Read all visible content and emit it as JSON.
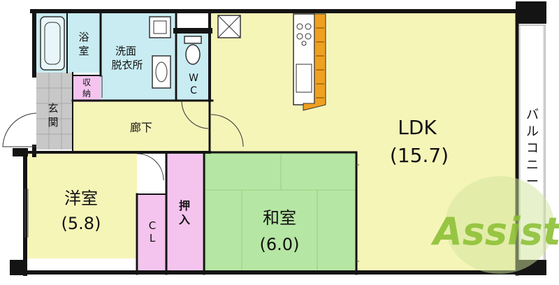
{
  "colors": {
    "wall": "#141414",
    "ldk_floor": "#f6f5b8",
    "western_floor": "#f6f5b8",
    "hall_floor": "#f6f5b8",
    "tatami": "#b6e6a4",
    "tatami_dark": "#a3d98f",
    "wet_area": "#c8ecf2",
    "storage": "#f4c4ee",
    "entrance": "#c8c8c8",
    "kitchen_counter": "#f0a020",
    "balcony": "#ffffff",
    "logo_green": "#9ccc4a",
    "logo_red": "#d83a3a"
  },
  "rooms": {
    "ldk": {
      "name": "LDK",
      "size": "(15.7)"
    },
    "western": {
      "name": "洋室",
      "size": "(5.8)"
    },
    "japanese": {
      "name": "和室",
      "size": "(6.0)"
    },
    "bath": {
      "name_1": "浴",
      "name_2": "室"
    },
    "washroom": {
      "name_1": "洗面",
      "name_2": "脱衣所"
    },
    "wc": {
      "name_1": "W",
      "name_2": "C"
    },
    "storage": {
      "name_1": "収",
      "name_2": "納"
    },
    "entrance": {
      "name_1": "玄",
      "name_2": "関"
    },
    "hallway": {
      "name": "廊下"
    },
    "closet": {
      "name_1": "C",
      "name_2": "L"
    },
    "oshiire": {
      "name_1": "押",
      "name_2": "入"
    },
    "balcony": {
      "name_1": "バ",
      "name_2": "ル",
      "name_3": "コ",
      "name_4": "ニ",
      "name_5": "ー"
    }
  },
  "logo": {
    "text": "Assist"
  }
}
